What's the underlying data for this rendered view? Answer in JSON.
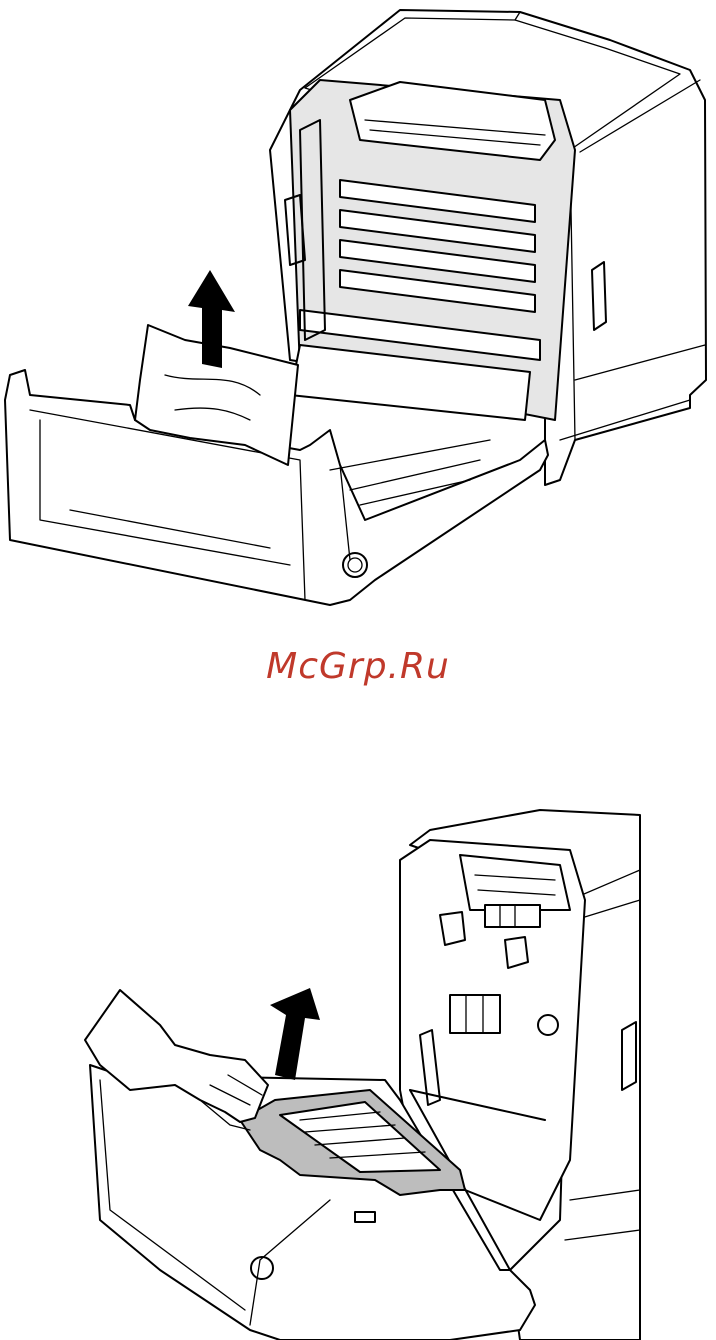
{
  "watermark": {
    "text": "McGrp.Ru",
    "color": "#c0392b"
  },
  "figures": [
    {
      "name": "printer-front-cover-open-remove-jammed-paper"
    },
    {
      "name": "printer-front-cover-open-remove-transfer-belt-unit"
    }
  ]
}
